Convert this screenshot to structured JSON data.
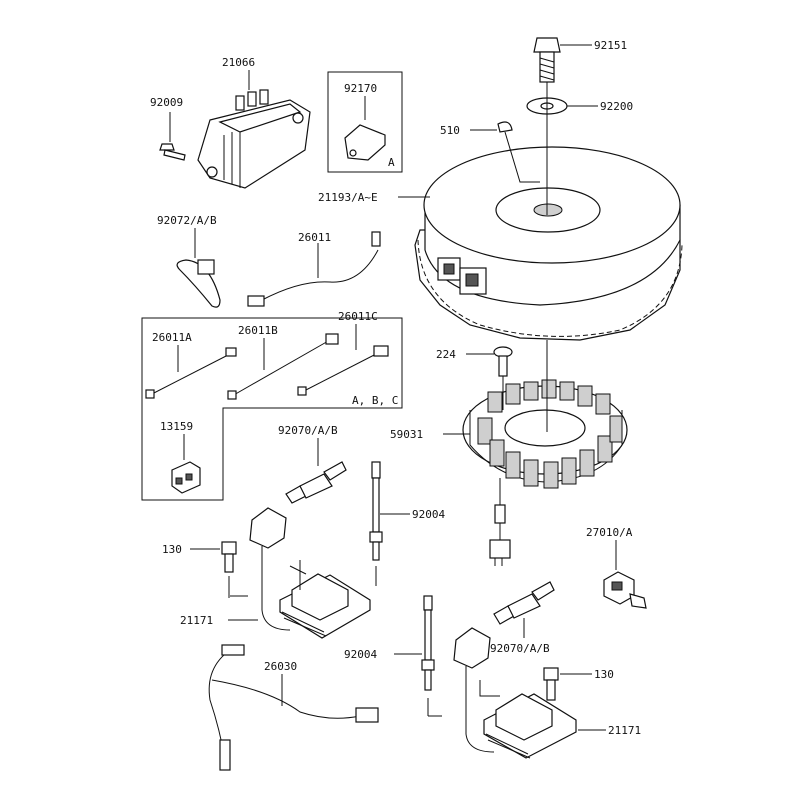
{
  "labels": {
    "p21066": "21066",
    "p92009": "92009",
    "p92170": "92170",
    "boxA": "A",
    "p92151": "92151",
    "p92200": "92200",
    "p510": "510",
    "p21193": "21193/A~E",
    "p92072": "92072/A/B",
    "p26011": "26011",
    "p26011A": "26011A",
    "p26011B": "26011B",
    "p26011C": "26011C",
    "boxABC": "A, B, C",
    "p13159": "13159",
    "p224": "224",
    "p59031": "59031",
    "p92070a": "92070/A/B",
    "p92004a": "92004",
    "p130a": "130",
    "p27010": "27010/A",
    "p21171a": "21171",
    "p92004b": "92004",
    "p92070b": "92070/A/B",
    "p130b": "130",
    "p26030": "26030",
    "p21171b": "21171"
  }
}
